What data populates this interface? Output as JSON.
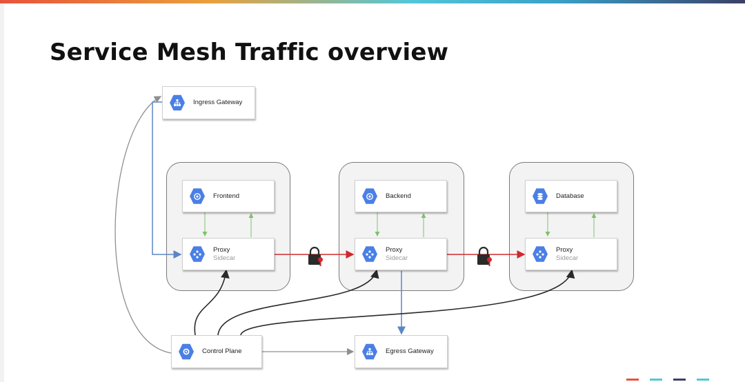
{
  "slide": {
    "title": "Service Mesh Traffic overview"
  },
  "nodes": {
    "ingress": {
      "label": "Ingress Gateway",
      "icon": "network-tree-icon"
    },
    "frontend": {
      "label": "Frontend",
      "icon": "app-engine-icon"
    },
    "frontend_proxy": {
      "label": "Proxy",
      "sublabel": "Sidecar",
      "icon": "proxy-nodes-icon"
    },
    "backend": {
      "label": "Backend",
      "icon": "app-engine-icon"
    },
    "backend_proxy": {
      "label": "Proxy",
      "sublabel": "Sidecar",
      "icon": "proxy-nodes-icon"
    },
    "database": {
      "label": "Database",
      "icon": "database-stack-icon"
    },
    "database_proxy": {
      "label": "Proxy",
      "sublabel": "Sidecar",
      "icon": "proxy-nodes-icon"
    },
    "control_plane": {
      "label": "Control Plane",
      "icon": "hexagon-cog-icon"
    },
    "egress": {
      "label": "Egress Gateway",
      "icon": "network-tree-icon"
    }
  },
  "colors": {
    "brand_blue": "#4a7fe6",
    "mtls_red": "#d0282c",
    "ingress_blue": "#5b86c5",
    "app_green": "#7cc36a",
    "control_black": "#2a2a2a",
    "neutral_gray": "#8f8f8f"
  },
  "footer": {
    "nav_colors": [
      "#e8523c",
      "#53c6d8",
      "#3b3f66",
      "#53c6d8"
    ]
  }
}
